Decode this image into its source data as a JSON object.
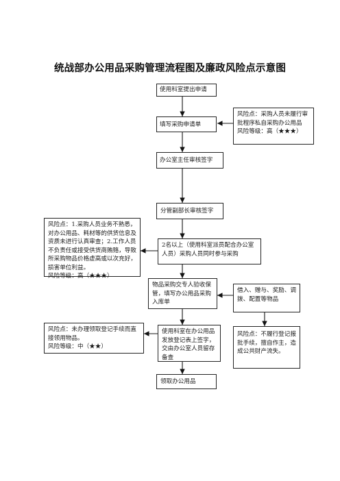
{
  "title": "统战部办公用品采购管理流程图及廉政风险点示意图",
  "flow": {
    "step1": "使用科室提出申请",
    "step2": "填写采购申请单",
    "step3": "办公室主任审核签字",
    "step4": "分管副部长审核签字",
    "step5": "2名以上（使用科室派员配合办公室人员）采购人员同时参与采购",
    "step6": "物品采购交专人验收保管，填写办公用品采购入库单",
    "step7": "使用科室在办公用品发放登记表上签字，交由办公室人员留存备查",
    "step8": "领取办公用品"
  },
  "risks": {
    "r1": {
      "text": "风险点：采购人员未履行审批程序私自采购办公用品",
      "level": "风险等级：高（★★★）"
    },
    "r2": {
      "text": "风险点：1.采购人员业务不熟悉，对办公用品、耗材等的供货信息及资质未进行认真审查；2.工作人员不负责任或接受供货商贿赂，导致所采购物品价格虚高或以次充好，损害单位利益。",
      "level": "风险等级：高（★★★）"
    },
    "r3": {
      "text": "风险点：未办理领取登记手续而直接领用物品。",
      "level": "风险等级：中（★★）"
    }
  },
  "side": {
    "s1": "借入、赠与、奖励、调拨、配置等物品",
    "s2": "风险点：不履行登记报批手续，擅自作主，造成公共财产流失。"
  }
}
